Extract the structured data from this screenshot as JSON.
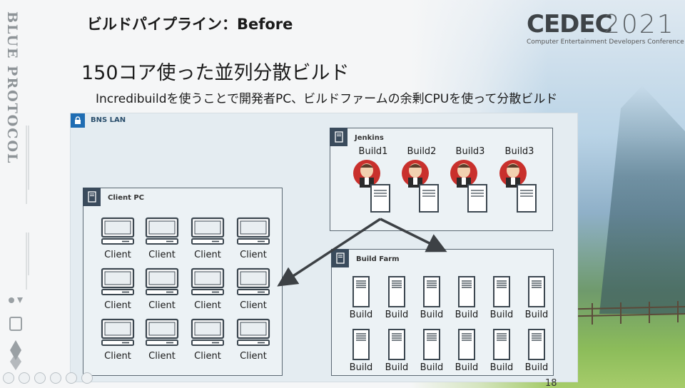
{
  "slide": {
    "title": "ビルドパイプライン：Before",
    "heading": "150コア使った並列分散ビルド",
    "subheading": "Incredibuildを使うことで開発者PC、ビルドファームの余剰CPUを使って分散ビルド",
    "page_number": "18"
  },
  "branding": {
    "side_logo": "BLUE PROTOCOL",
    "cedec_word": "CEDEC",
    "cedec_year": "2021",
    "cedec_sub": "Computer Entertainment Developers Conference"
  },
  "diagram": {
    "lan_label": "BNS LAN",
    "client_group_label": "Client PC",
    "jenkins_group_label": "Jenkins",
    "farm_group_label": "Build Farm",
    "client_label": "Client",
    "server_label": "Build",
    "jenkins_jobs": [
      "Build1",
      "Build2",
      "Build3",
      "Build3"
    ],
    "colors": {
      "lan_badge": "#1f6db3",
      "group_badge": "#3a4b5c",
      "arrow": "#3d4145",
      "butler_bg": "#c9302c"
    }
  }
}
